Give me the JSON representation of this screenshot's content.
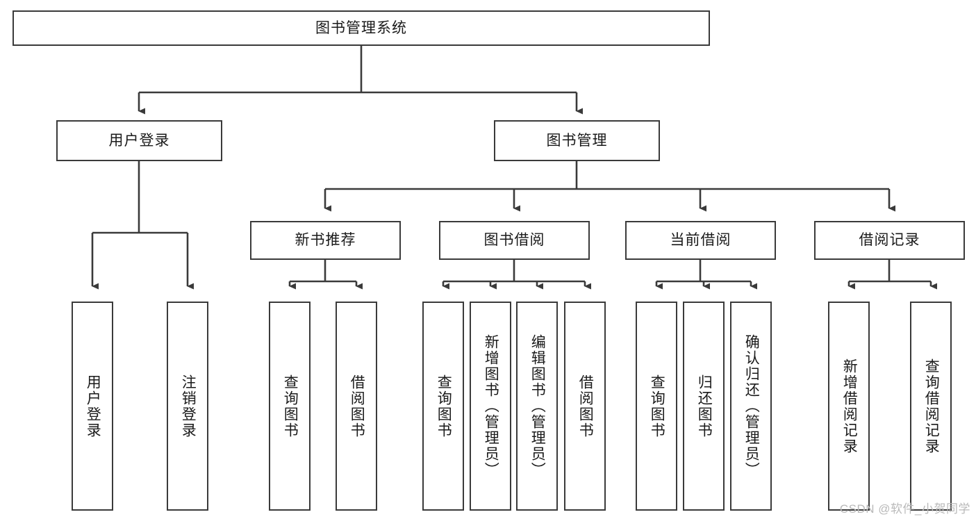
{
  "diagram": {
    "type": "hierarchy-tree",
    "title": "图书管理系统",
    "watermark": "CSDN @软件_小贺同学",
    "levels": {
      "root": {
        "label": "图书管理系统"
      },
      "level2": [
        {
          "id": "user-login",
          "label": "用户登录"
        },
        {
          "id": "book-management",
          "label": "图书管理"
        }
      ],
      "level3": [
        {
          "id": "new-book-recommend",
          "label": "新书推荐",
          "parent": "book-management"
        },
        {
          "id": "book-borrow",
          "label": "图书借阅",
          "parent": "book-management"
        },
        {
          "id": "current-borrow",
          "label": "当前借阅",
          "parent": "book-management"
        },
        {
          "id": "borrow-record",
          "label": "借阅记录",
          "parent": "book-management"
        }
      ],
      "leaves": [
        {
          "id": "leaf-user-login",
          "label": "用户登录",
          "parent": "user-login"
        },
        {
          "id": "leaf-user-logout",
          "label": "注销登录",
          "parent": "user-login"
        },
        {
          "id": "leaf-query-book-1",
          "label": "查询图书",
          "parent": "new-book-recommend"
        },
        {
          "id": "leaf-borrow-book-1",
          "label": "借阅图书",
          "parent": "new-book-recommend"
        },
        {
          "id": "leaf-query-book-2",
          "label": "查询图书",
          "parent": "book-borrow"
        },
        {
          "id": "leaf-add-book",
          "label": "新增图书（管理员）",
          "parent": "book-borrow"
        },
        {
          "id": "leaf-edit-book",
          "label": "编辑图书（管理员）",
          "parent": "book-borrow"
        },
        {
          "id": "leaf-borrow-book-2",
          "label": "借阅图书",
          "parent": "book-borrow"
        },
        {
          "id": "leaf-query-book-3",
          "label": "查询图书",
          "parent": "current-borrow"
        },
        {
          "id": "leaf-return-book",
          "label": "归还图书",
          "parent": "current-borrow"
        },
        {
          "id": "leaf-confirm-return",
          "label": "确认归还（管理员）",
          "parent": "current-borrow"
        },
        {
          "id": "leaf-add-record",
          "label": "新增借阅记录",
          "parent": "borrow-record"
        },
        {
          "id": "leaf-query-record",
          "label": "查询借阅记录",
          "parent": "borrow-record"
        }
      ]
    },
    "colors": {
      "stroke": "#3a3a3a",
      "fill": "#ffffff",
      "text": "#1a1a1a",
      "watermark": "#b9b9b9"
    }
  }
}
